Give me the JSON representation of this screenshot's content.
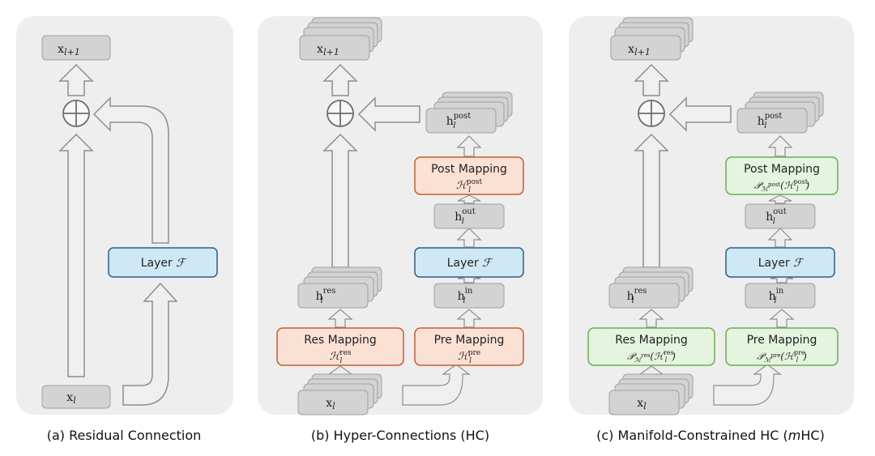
{
  "colors": {
    "panel_bg": "#eeeeee",
    "gray_box": "#d3d3d3",
    "gray_border": "#9a9a9a",
    "arrow_fill": "#efefef",
    "arrow_stroke": "#8e8e8e",
    "layer_fill": "#cfe8f5",
    "layer_stroke": "#2c5f86",
    "hc_fill": "#fbe1d4",
    "hc_stroke": "#c65f2c",
    "mhc_fill": "#e4f4de",
    "mhc_stroke": "#69b052"
  },
  "panels": {
    "a": {
      "caption": "(a) Residual Connection",
      "x_out": "x",
      "x_out_sub": "l+1",
      "x_in": "x",
      "x_in_sub": "l",
      "layer": "Layer ",
      "layer_sym": "ℱ"
    },
    "b": {
      "caption": "(b) Hyper-Connections (HC)",
      "x_out": "x",
      "x_out_sub": "l+1",
      "x_in": "x",
      "x_in_sub": "l",
      "h_post": "h",
      "h_post_sup": "post",
      "h_out": "h",
      "h_out_sup": "out",
      "h_in": "h",
      "h_in_sup": "in",
      "h_res": "h",
      "h_res_sup": "res",
      "h_sub": "l",
      "post_mapping_title": "Post Mapping",
      "post_mapping_formula": "ℋ",
      "post_mapping_sup": "post",
      "res_mapping_title": "Res Mapping",
      "res_mapping_formula": "ℋ",
      "res_mapping_sup": "res",
      "pre_mapping_title": "Pre Mapping",
      "pre_mapping_formula": "ℋ",
      "pre_mapping_sup": "pre",
      "layer": "Layer ",
      "layer_sym": "ℱ"
    },
    "c": {
      "caption_prefix": "(c) Manifold-Constrained HC (",
      "caption_italic": "m",
      "caption_suffix": "HC)",
      "x_out": "x",
      "x_out_sub": "l+1",
      "x_in": "x",
      "x_in_sub": "l",
      "h_post": "h",
      "h_post_sup": "post",
      "h_out": "h",
      "h_out_sup": "out",
      "h_in": "h",
      "h_in_sup": "in",
      "h_res": "h",
      "h_res_sup": "res",
      "h_sub": "l",
      "post_mapping_title": "Post Mapping",
      "post_mapping_formula_p": "𝒫",
      "post_mapping_manifold": "ℳ",
      "post_mapping_manifold_sup": "post",
      "post_mapping_inner": "(ℋ",
      "post_mapping_inner_sup": "post",
      "post_mapping_close": ")",
      "res_mapping_title": "Res Mapping",
      "res_mapping_formula_p": "𝒫",
      "res_mapping_manifold": "ℳ",
      "res_mapping_manifold_sup": "res",
      "res_mapping_inner": "(ℋ",
      "res_mapping_inner_sup": "res",
      "res_mapping_close": ")",
      "pre_mapping_title": "Pre Mapping",
      "pre_mapping_formula_p": "𝒫",
      "pre_mapping_manifold": "ℳ",
      "pre_mapping_manifold_sup": "pre",
      "pre_mapping_inner": "(ℋ",
      "pre_mapping_inner_sup": "pre",
      "pre_mapping_close": ")",
      "layer": "Layer ",
      "layer_sym": "ℱ"
    },
    "sub_l": "l"
  }
}
